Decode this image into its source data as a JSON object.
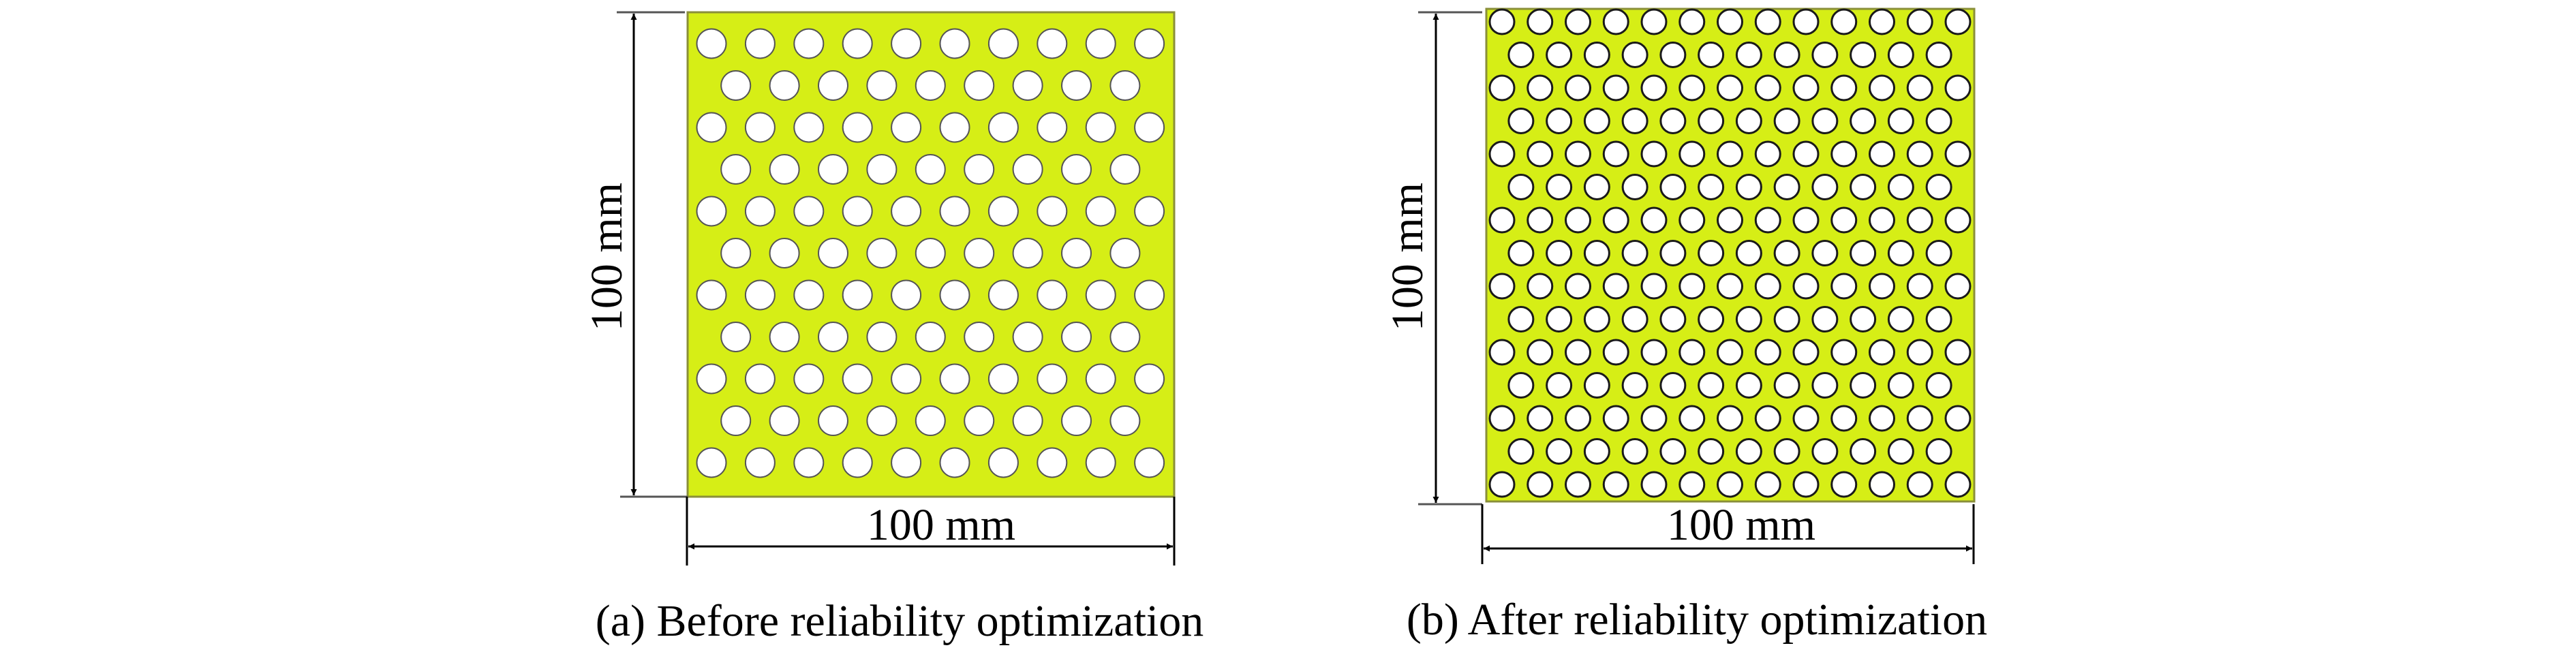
{
  "colors": {
    "plate": "#d6ee16",
    "plate_border": "#8a8f3a",
    "hole_fill": "#ffffff",
    "hole_stroke_a": "#555555",
    "hole_stroke_b": "#1a1a1a"
  },
  "panel_a": {
    "width_label": "100 mm",
    "height_label": "100 mm",
    "caption": "(a) Before reliability optimization",
    "hole_rows": 11,
    "hole_cols_long_row": 10,
    "hole_cols_short_row": 9
  },
  "panel_b": {
    "width_label": "100 mm",
    "height_label": "100 mm",
    "caption": "(b) After reliability optimization",
    "hole_rows": 15,
    "hole_cols_long_row": 13,
    "hole_cols_short_row": 12
  }
}
